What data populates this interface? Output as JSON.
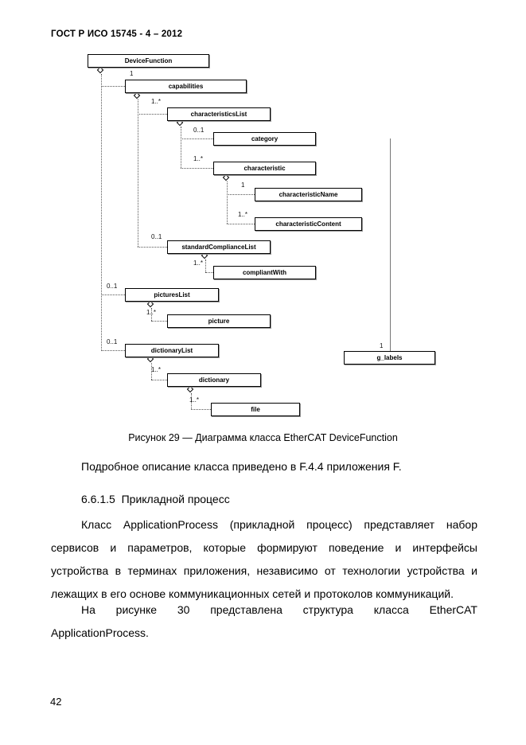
{
  "header": {
    "title": "ГОСТ Р ИСО 15745 - 4 – 2012"
  },
  "diagram": {
    "caption": "Рисунок 29 — Диаграмма класса EtherCAT DeviceFunction",
    "nodes": [
      {
        "label": "DeviceFunction"
      },
      {
        "label": "capabilities",
        "multiplicity": "1"
      },
      {
        "label": "characteristicsList",
        "multiplicity": "1..*"
      },
      {
        "label": "category",
        "multiplicity": "0..1"
      },
      {
        "label": "characteristic",
        "multiplicity": "1..*"
      },
      {
        "label": "characteristicName",
        "multiplicity": "1"
      },
      {
        "label": "characteristicContent",
        "multiplicity": "1..*"
      },
      {
        "label": "standardComplianceList",
        "multiplicity": "0..1"
      },
      {
        "label": "compliantWith",
        "multiplicity": "1..*"
      },
      {
        "label": "picturesList",
        "multiplicity": "0..1"
      },
      {
        "label": "picture",
        "multiplicity": "1..*"
      },
      {
        "label": "dictionaryList",
        "multiplicity": "0..1"
      },
      {
        "label": "g_labels",
        "multiplicity": "1"
      },
      {
        "label": "dictionary",
        "multiplicity": "1..*"
      },
      {
        "label": "file",
        "multiplicity": "1..*"
      }
    ]
  },
  "body": {
    "para_intro": "Подробное описание класса приведено в F.4.4 приложения F.",
    "heading": "6.6.1.5  Прикладной процесс",
    "para_main": {
      "lines": [
        "Класс ApplicationProcess (прикладной процесс) представляет набор",
        "сервисов и параметров, которые формируют поведение и интерфейсы",
        "устройства в терминах приложения, независимо от технологии устройства и",
        "лежащих в его основе коммуникационных сетей и протоколов коммуникаций."
      ]
    },
    "para_fig30": {
      "lines": [
        "На рисунке 30 представлена структура класса EtherCAT",
        "ApplicationProcess."
      ]
    }
  },
  "footer": {
    "page_number": "42"
  }
}
